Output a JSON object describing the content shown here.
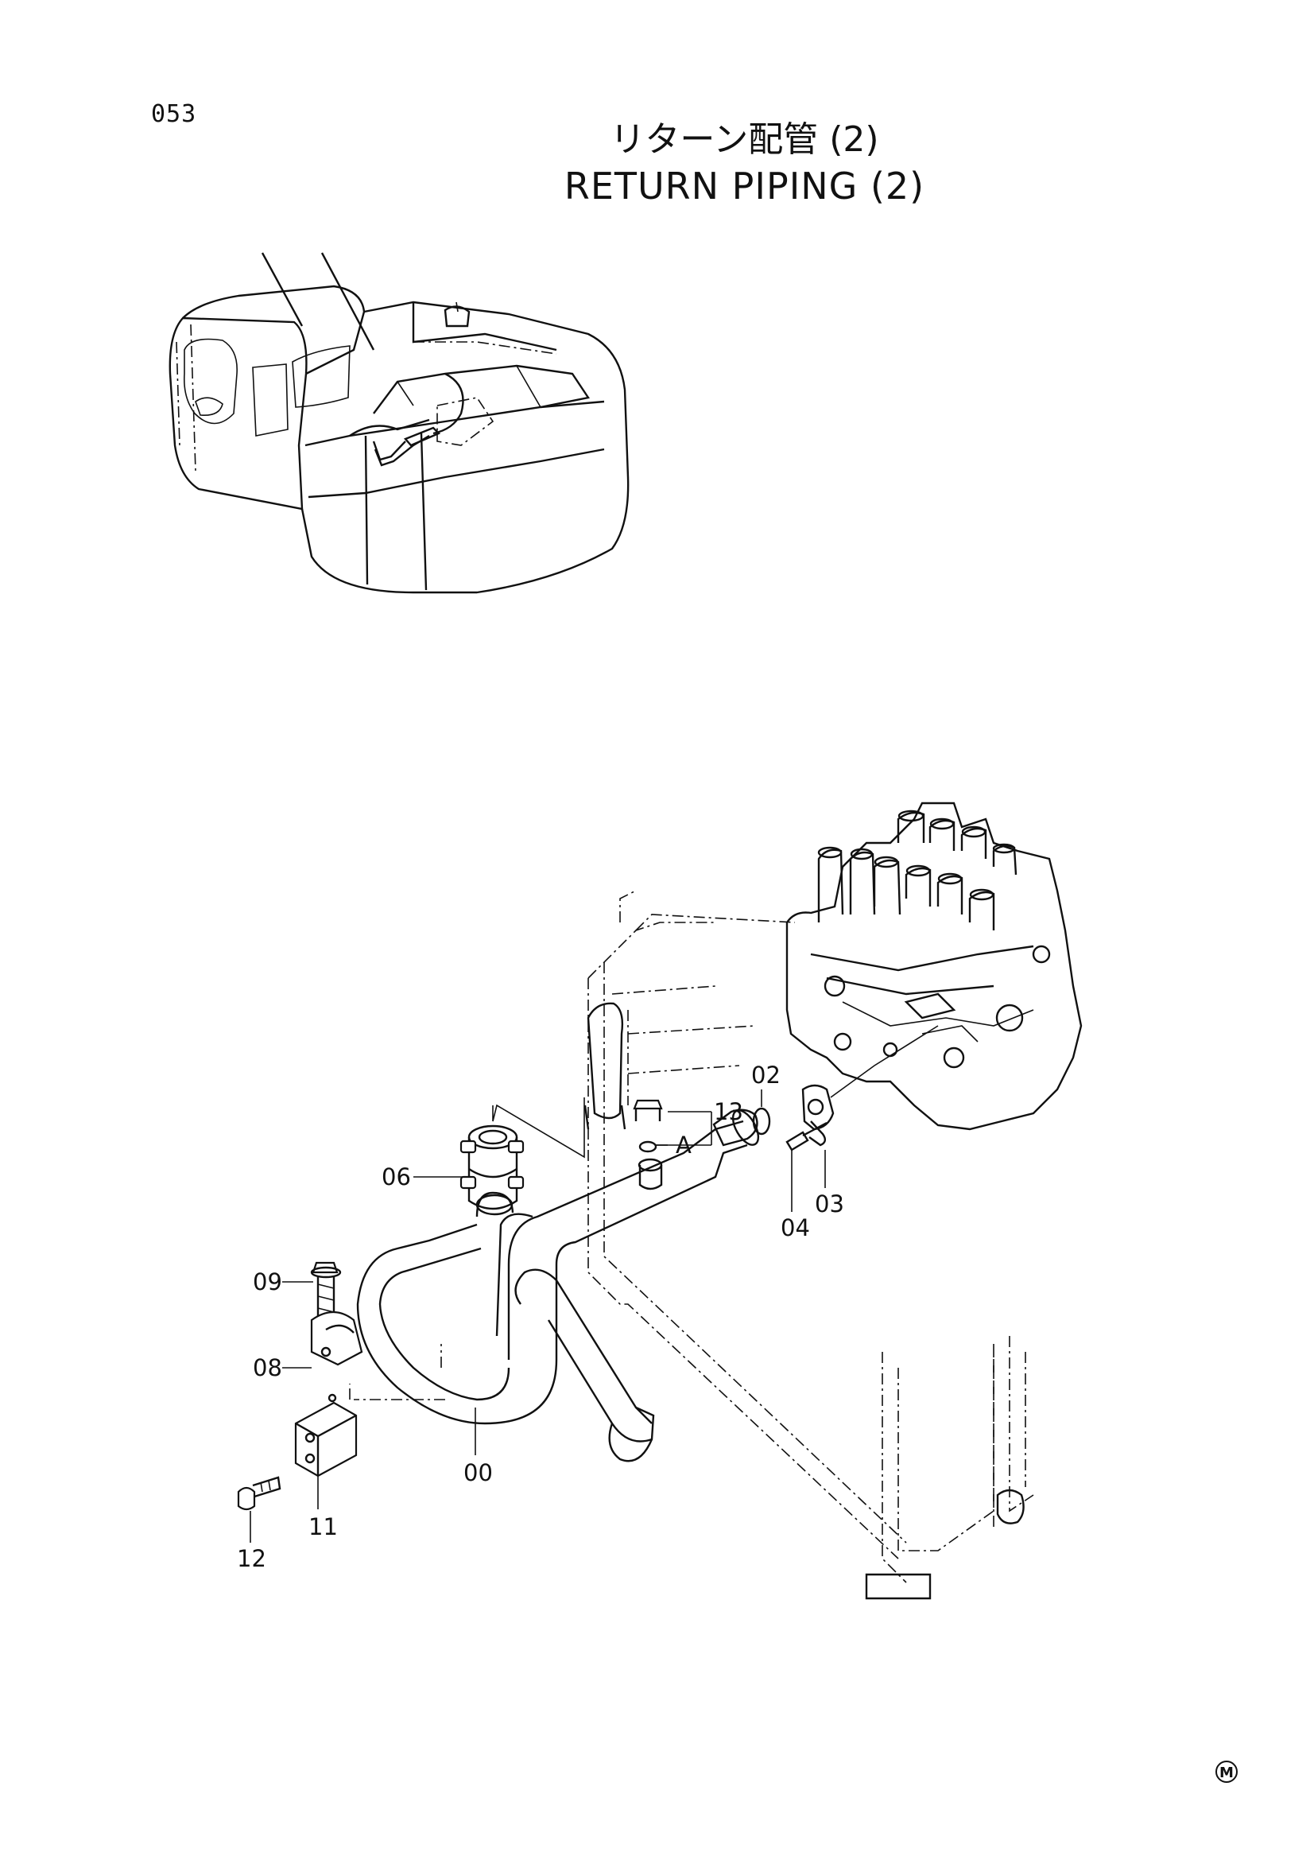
{
  "page": {
    "number": "053",
    "title_jp": "リターン配管 (2)",
    "title_en": "RETURN  PIPING (2)"
  },
  "callouts": {
    "p00": "00",
    "p02": "02",
    "p03": "03",
    "p04": "04",
    "p06": "06",
    "p08": "08",
    "p09": "09",
    "p11": "11",
    "p12": "12",
    "p13": "13",
    "pA": "A"
  },
  "footer": {
    "mark": "M"
  }
}
